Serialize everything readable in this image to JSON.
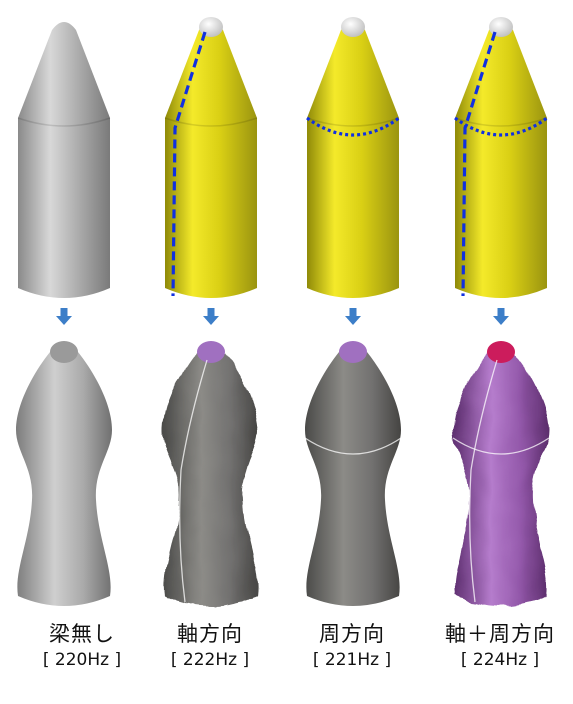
{
  "columns": [
    {
      "label": "梁無し",
      "freq": "[ 220Hz ]",
      "beam": "none",
      "color": "#b9b9b9",
      "deformedColor": "#8e8e8e",
      "tipColor": "#9a9a9a",
      "wrinkled": false
    },
    {
      "label": "軸方向",
      "freq": "[ 222Hz ]",
      "beam": "axial",
      "color": "#e6dc1a",
      "deformedColor": "#7d7b76",
      "tipColor": "#a070c0",
      "wrinkled": true
    },
    {
      "label": "周方向",
      "freq": "[ 221Hz ]",
      "beam": "hoop",
      "color": "#e6dc1a",
      "deformedColor": "#7c7b78",
      "tipColor": "#a070c0",
      "wrinkled": false
    },
    {
      "label": "軸＋周方向",
      "freq": "[ 224Hz ]",
      "beam": "both",
      "color": "#e6dc1a",
      "deformedColor": "#9a5cb0",
      "tipColor": "#cc1c5c",
      "wrinkled": true
    }
  ],
  "colors": {
    "beam_line": "#1030e0",
    "arrow": "#3c7ec8",
    "yellow_shell": "#e6dc1a",
    "gray_shell": "#b9b9b9"
  }
}
